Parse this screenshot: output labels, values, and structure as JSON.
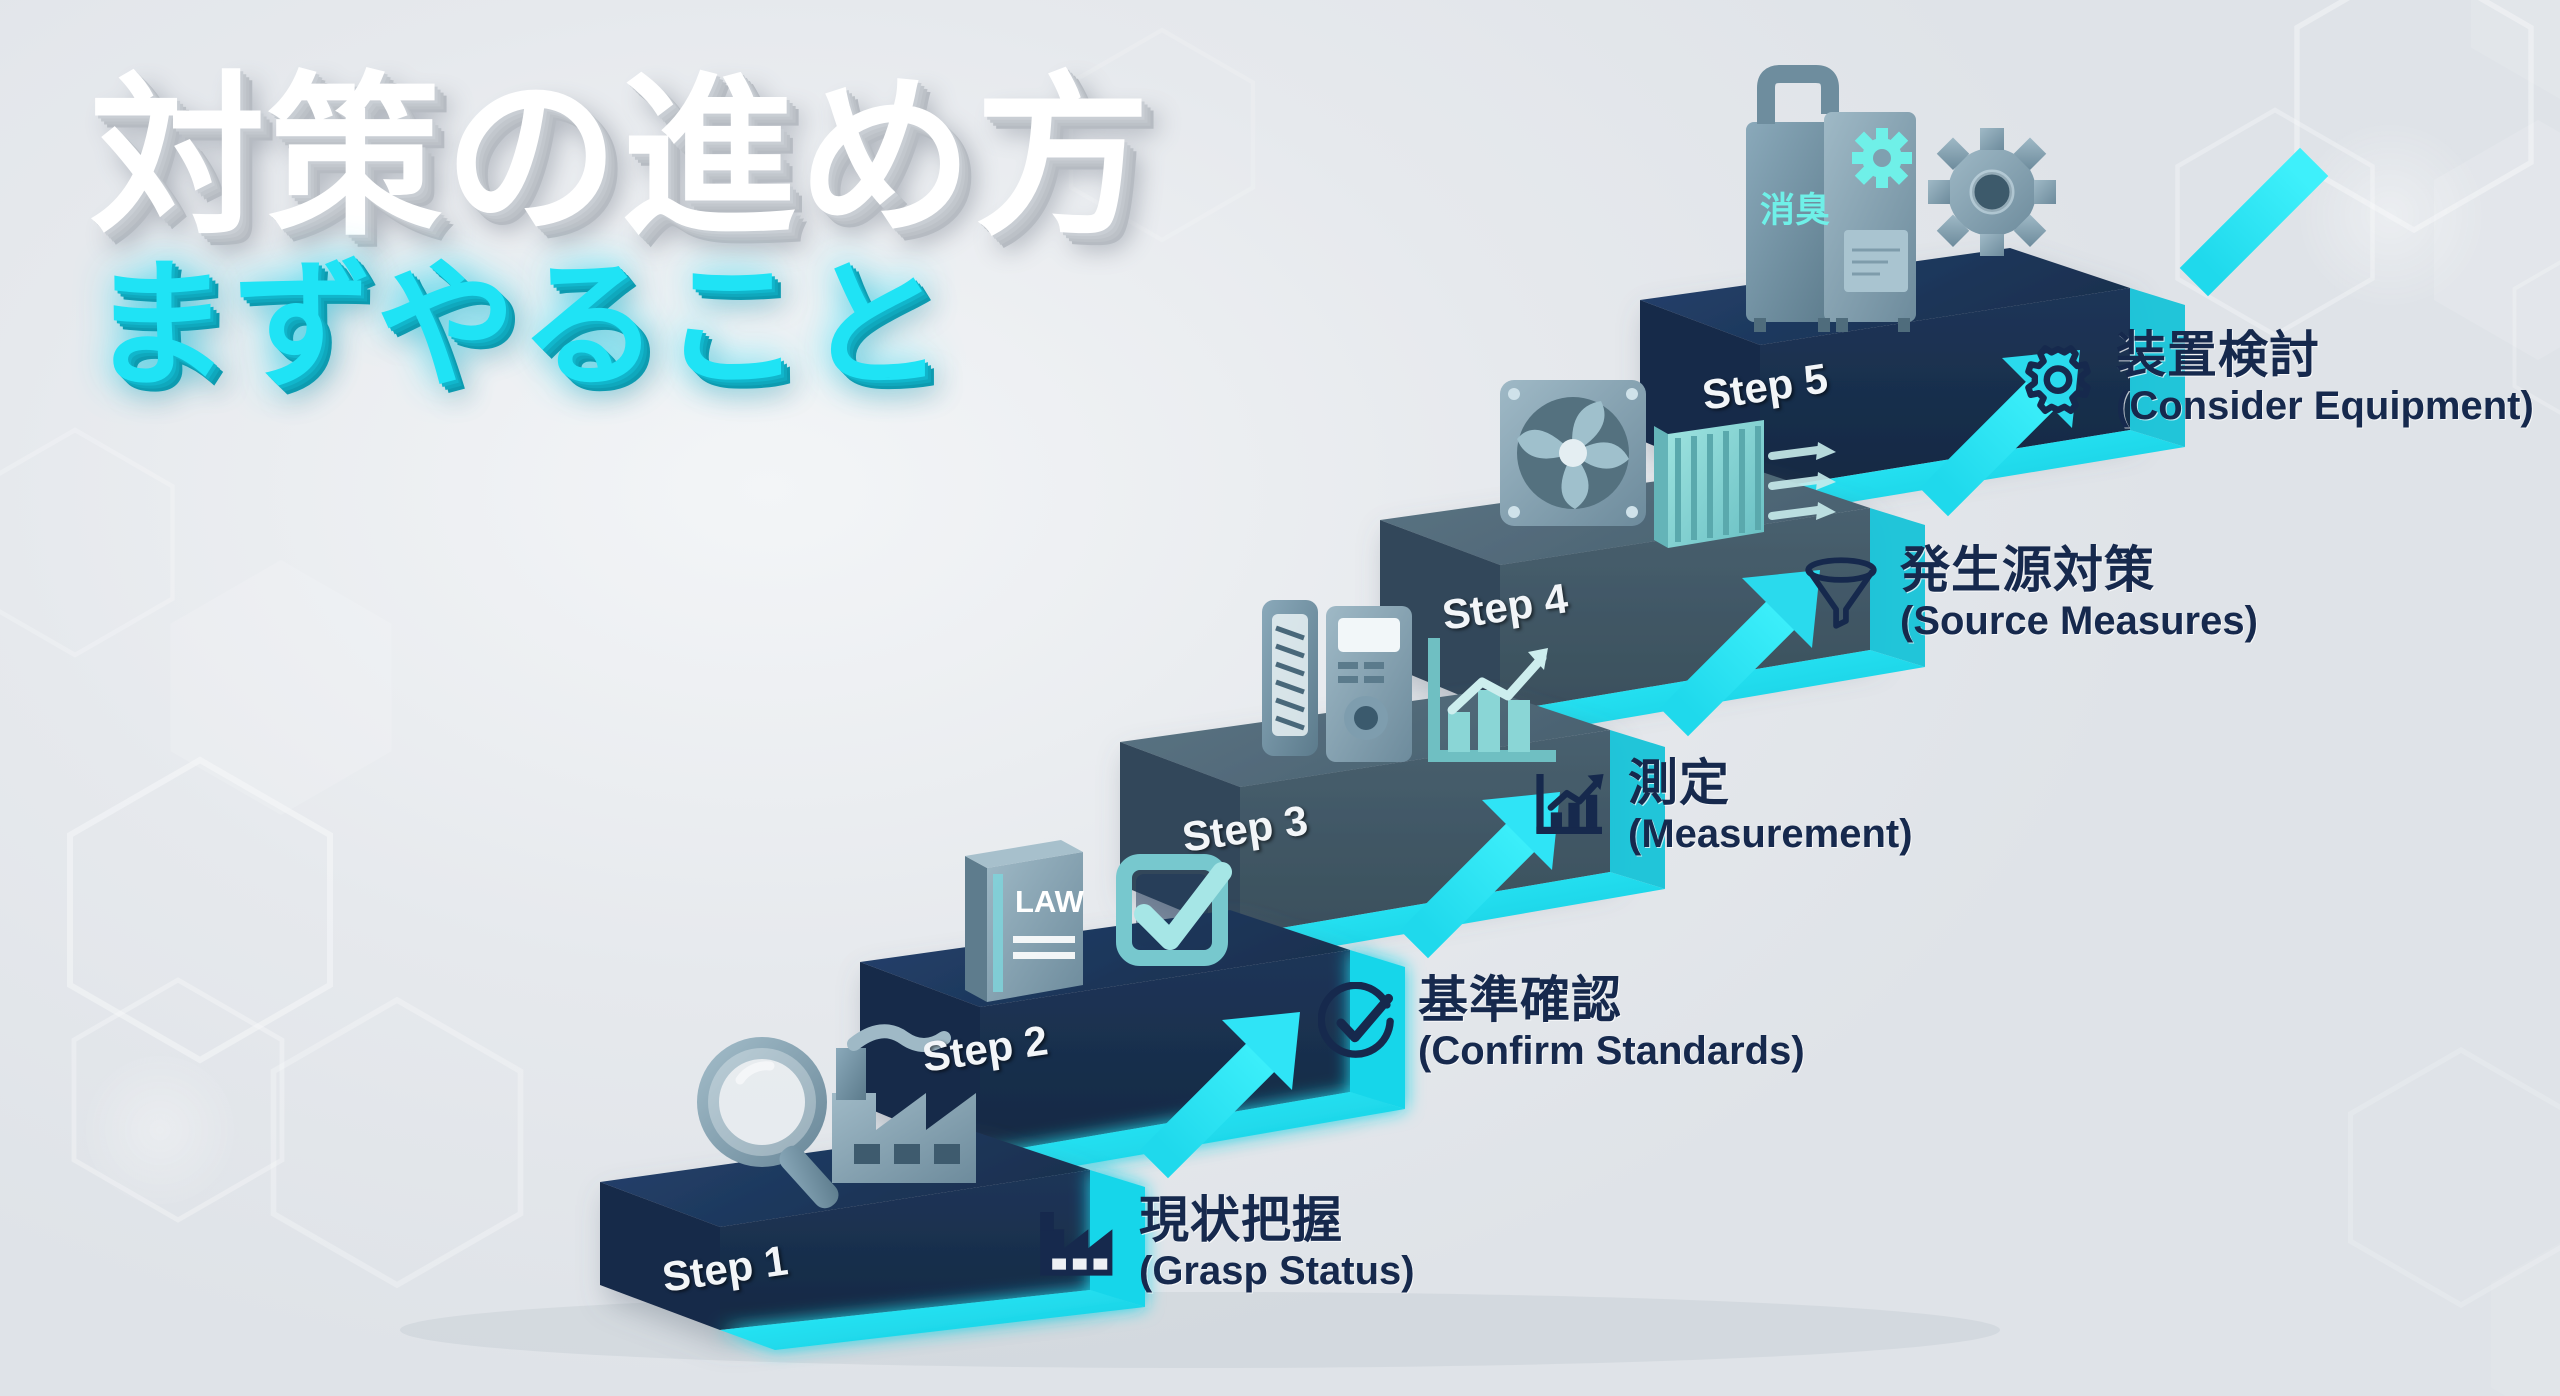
{
  "title": {
    "main": "対策の進め方",
    "sub": "まずやること"
  },
  "colors": {
    "accent_cyan": "#22e0f0",
    "step_dark": "#1b3358",
    "step_slate": "#4d6676",
    "label_navy": "#16294d",
    "background": "#e6e9ed",
    "title_white": "#ffffff"
  },
  "steps": [
    {
      "id": "step-1",
      "badge": "Step 1",
      "jp": "現状把握",
      "en": "(Grasp Status)",
      "icon": "factory-icon",
      "platform_icons": [
        "magnifier-3d-icon",
        "factory-3d-icon"
      ],
      "block_color": "#1b3358"
    },
    {
      "id": "step-2",
      "badge": "Step 2",
      "jp": "基準確認",
      "en": "(Confirm Standards)",
      "icon": "check-circle-icon",
      "platform_icons": [
        "law-book-3d-icon",
        "checkbox-3d-icon"
      ],
      "block_color": "#1b3358"
    },
    {
      "id": "step-3",
      "badge": "Step 3",
      "jp": "測定",
      "en": "(Measurement)",
      "icon": "bar-chart-icon",
      "platform_icons": [
        "detector-3d-icon",
        "analyzer-3d-icon",
        "chart-3d-icon"
      ],
      "block_color": "#4d6676"
    },
    {
      "id": "step-4",
      "badge": "Step 4",
      "jp": "発生源対策",
      "en": "(Source Measures)",
      "icon": "funnel-icon",
      "platform_icons": [
        "fan-3d-icon",
        "filter-3d-icon"
      ],
      "block_color": "#4d6676"
    },
    {
      "id": "step-5",
      "badge": "Step 5",
      "jp": "装置検討",
      "en": "(Consider Equipment)",
      "icon": "gear-icon",
      "platform_icons": [
        "deodorizer-unit-3d-icon",
        "gear-3d-icon"
      ],
      "block_color": "#1b3358",
      "unit_label": "消臭"
    }
  ],
  "arrows": {
    "count": 5,
    "direction": "up-right",
    "color": "#22e0f0"
  }
}
